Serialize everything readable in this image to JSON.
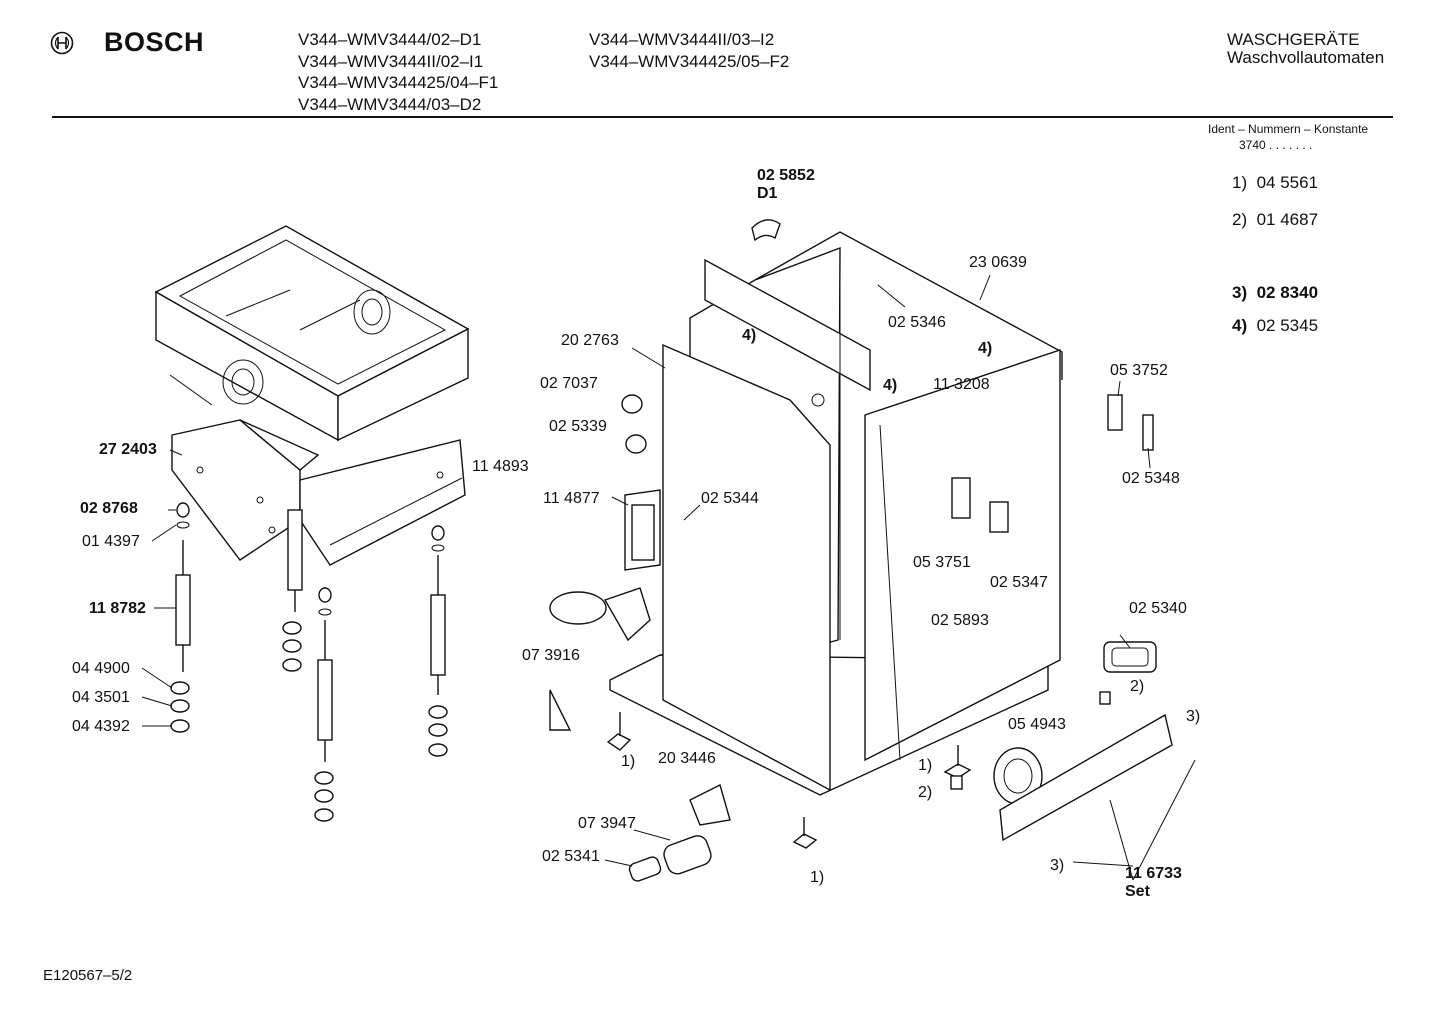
{
  "header": {
    "brand": "BOSCH",
    "models_col1": [
      "V344–WMV3444/02–D1",
      "V344–WMV3444II/02–I1",
      "V344–WMV344425/04–F1",
      "V344–WMV3444/03–D2"
    ],
    "models_col2": [
      "V344–WMV3444II/03–I2",
      "V344–WMV344425/05–F2"
    ],
    "category": "WASCHGERÄTE",
    "subcategory": "Waschvollautomaten",
    "ident_label": "Ident – Nummern – Konstante",
    "ident_value": "3740 . . . . . . ."
  },
  "legend": [
    {
      "key": "1)",
      "value": "04 5561",
      "bold": false
    },
    {
      "key": "2)",
      "value": "01 4687",
      "bold": false
    },
    {
      "key": "3)",
      "value": "02 8340",
      "bold": true
    },
    {
      "key": "4)",
      "value": "02 5345",
      "bold": false
    }
  ],
  "part_labels": {
    "p025852": "02 5852",
    "p025852_sub": "D1",
    "p230639": "23 0639",
    "p025346": "02 5346",
    "p202763": "20 2763",
    "ref4a": "4)",
    "ref4b": "4)",
    "ref4c": "4)",
    "p113208": "11 3208",
    "p053752": "05 3752",
    "p027037": "02 7037",
    "p025339": "02 5339",
    "p025348": "02 5348",
    "p272403": "27 2403",
    "p114893": "11 4893",
    "p028768": "02 8768",
    "p014397": "01 4397",
    "p114877": "11 4877",
    "p025344": "02 5344",
    "p053751": "05 3751",
    "p025347": "02 5347",
    "p118782": "11 8782",
    "p025893": "02 5893",
    "p025340": "02 5340",
    "p073916": "07 3916",
    "p044900": "04 4900",
    "p043501": "04 3501",
    "p044392": "04 4392",
    "ref2a": "2)",
    "ref3a": "3)",
    "p054943": "05 4943",
    "ref1a": "1)",
    "p203446": "20 3446",
    "ref1b": "1)",
    "ref2b": "2)",
    "p073947": "07 3947",
    "p025341": "02 5341",
    "ref3b": "3)",
    "p116733": "11 6733",
    "p116733_sub": "Set",
    "ref1c": "1)"
  },
  "footer": {
    "code": "E120567–5/2"
  }
}
